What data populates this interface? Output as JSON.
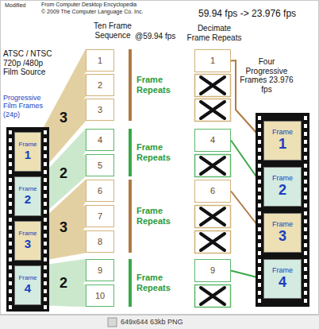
{
  "diagram": {
    "title": "59.94 fps -> 23.976 fps",
    "caption": "649x644 63kb PNG",
    "nodes": [
      {
        "text": [
          "Frame",
          "1"
        ]
      },
      {
        "text": [
          "Frame",
          "2"
        ]
      },
      {
        "text": [
          "Frame",
          "3"
        ]
      },
      {
        "text": [
          "Frame",
          "4"
        ]
      },
      {
        "text": [
          "1"
        ]
      },
      {
        "text": [
          "2"
        ]
      },
      {
        "text": [
          "3"
        ]
      },
      {
        "text": [
          "4"
        ]
      },
      {
        "text": [
          "5"
        ]
      },
      {
        "text": [
          "6"
        ]
      },
      {
        "text": [
          "7"
        ]
      },
      {
        "text": [
          "8"
        ]
      },
      {
        "text": [
          "9"
        ]
      },
      {
        "text": [
          "10"
        ]
      },
      {
        "text": [
          "1"
        ]
      },
      {
        "text": [
          "4"
        ]
      },
      {
        "text": [
          "6"
        ]
      },
      {
        "text": [
          "9"
        ]
      },
      {
        "text": [
          "Frame",
          "1"
        ]
      },
      {
        "text": [
          "Frame",
          "2"
        ]
      },
      {
        "text": [
          "Frame",
          "3"
        ]
      },
      {
        "text": [
          "Frame",
          "4"
        ]
      }
    ],
    "edges": [
      {
        "from": 0,
        "to": 4,
        "arrow": "none"
      },
      {
        "from": 0,
        "to": 5,
        "arrow": "none"
      },
      {
        "from": 0,
        "to": 6,
        "arrow": "none"
      },
      {
        "from": 1,
        "to": 7,
        "arrow": "none"
      },
      {
        "from": 1,
        "to": 8,
        "arrow": "none"
      },
      {
        "from": 2,
        "to": 9,
        "arrow": "none"
      },
      {
        "from": 2,
        "to": 10,
        "arrow": "none"
      },
      {
        "from": 2,
        "to": 11,
        "arrow": "none"
      },
      {
        "from": 3,
        "to": 12,
        "arrow": "none"
      },
      {
        "from": 3,
        "to": 13,
        "arrow": "none"
      },
      {
        "from": 14,
        "to": 18,
        "arrow": "none"
      },
      {
        "from": 15,
        "to": 19,
        "arrow": "none"
      },
      {
        "from": 16,
        "to": 20,
        "arrow": "none"
      },
      {
        "from": 17,
        "to": 21,
        "arrow": "none"
      }
    ],
    "labels": [
      "Modified",
      "From Computer Desktop Encyclopedia",
      "© 2009 The Computer Language Co. Inc.",
      "Ten Frame Sequence",
      "@59.94 fps",
      "ATSC / NTSC 720p /480p Film Source",
      "Progressive Film Frames (24p)",
      "3",
      "2",
      "3",
      "2",
      "Frame Repeats",
      "Frame Repeats",
      "Frame Repeats",
      "Frame Repeats",
      "Decimate Frame Repeats",
      "Four Progressive Frames 23.976 fps"
    ]
  }
}
